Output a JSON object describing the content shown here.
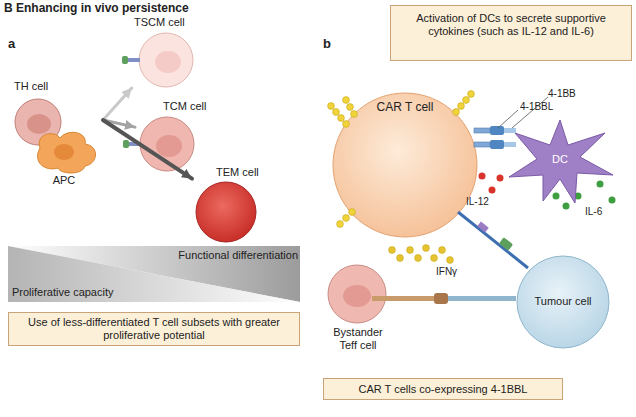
{
  "diagram": {
    "title": "B Enhancing in vivo persistence",
    "nodes": [
      {
        "text": [
          "TH cell"
        ]
      },
      {
        "text": [
          "APC"
        ]
      },
      {
        "text": [
          "TSCM cell"
        ]
      },
      {
        "text": [
          "TCM cell"
        ]
      },
      {
        "text": [
          "TEM cell"
        ]
      },
      {
        "text": [
          "Use of less-differentiated T cell subsets with greater proliferative potential"
        ]
      },
      {
        "text": [
          "Activation of DCs to secrete supportive cytokines (such as IL-12 and IL-6)"
        ]
      },
      {
        "text": [
          "CAR T cell"
        ]
      },
      {
        "text": [
          "DC"
        ]
      },
      {
        "text": [
          "Tumour cell"
        ]
      },
      {
        "text": [
          "Bystander Teff cell"
        ]
      },
      {
        "text": [
          "CAR T cells co-expressing 4-1BBL"
        ]
      }
    ],
    "edges": [
      {
        "from": 0,
        "to": 2,
        "arrow": "to"
      },
      {
        "from": 0,
        "to": 3,
        "arrow": "to"
      },
      {
        "from": 0,
        "to": 4,
        "arrow": "to"
      }
    ],
    "labels": [
      "a",
      "Functional differentiation",
      "Proliferative capacity",
      "b",
      "4-1BB",
      "4-1BBL",
      "IL-6",
      "IL-12",
      "IFNγ"
    ]
  }
}
